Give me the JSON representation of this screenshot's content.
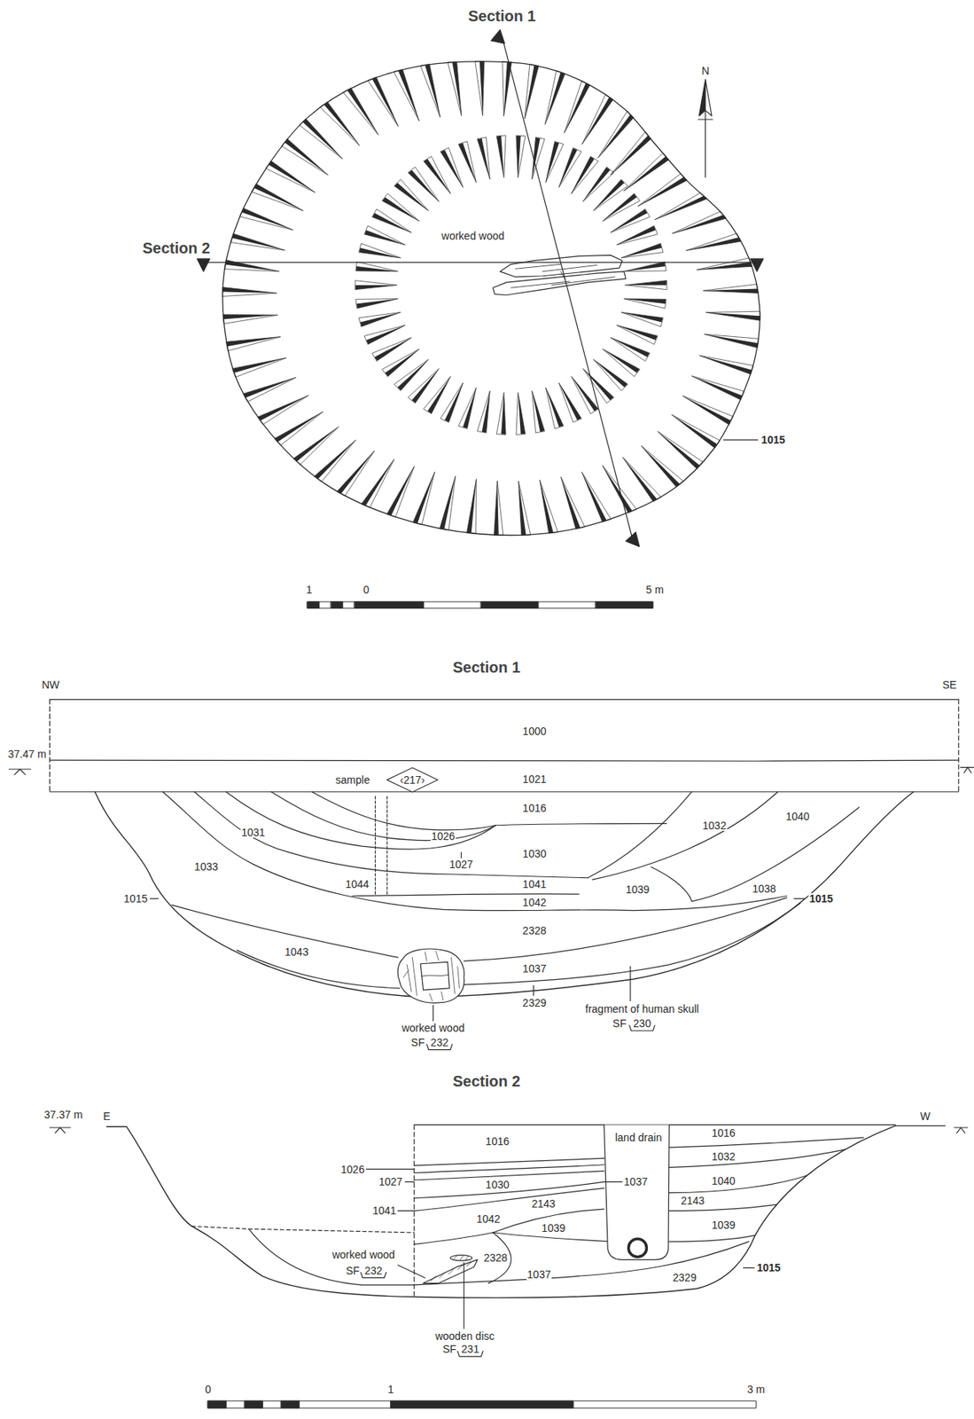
{
  "diagram": {
    "nodes": [
      {
        "text": [
          "‹217›"
        ]
      }
    ],
    "labels": [
      "Section 1",
      "N",
      "worked wood",
      "Section 2",
      "1015",
      "1",
      "0",
      "5 m",
      "Section 1",
      "NW",
      "SE",
      "37.47 m",
      "1000",
      "1021",
      "sample",
      "1016",
      "1031",
      "1026",
      "1027",
      "1030",
      "1032",
      "1040",
      "1033",
      "1044",
      "1041",
      "1039",
      "1038",
      "1015",
      "1015",
      "1042",
      "2328",
      "1043",
      "1037",
      "2329",
      "fragment of human skull",
      "SF",
      "230",
      "worked wood",
      "SF",
      "232",
      "Section 2",
      "37.37 m",
      "E",
      "W",
      "1016",
      "land drain",
      "1016",
      "1032",
      "1026",
      "1027",
      "1037",
      "1030",
      "1040",
      "2143",
      "2143",
      "1041",
      "1042",
      "1039",
      "1039",
      "worked wood",
      "SF",
      "232",
      "2328",
      "1037",
      "1015",
      "2329",
      "wooden disc",
      "SF",
      "231",
      "0",
      "1",
      "3 m"
    ]
  }
}
